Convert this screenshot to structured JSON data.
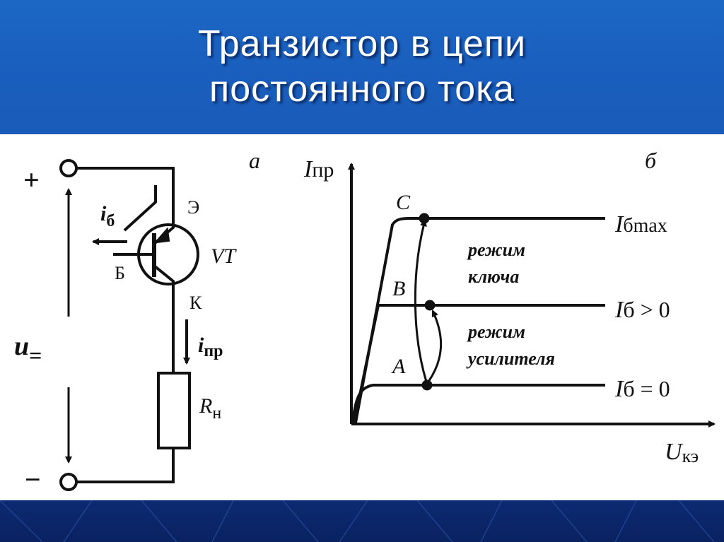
{
  "slide": {
    "title_line1": "Транзистор в цепи",
    "title_line2": "постоянного тока"
  },
  "circuit": {
    "panel_label": "а",
    "plus": "+",
    "minus": "−",
    "voltage_label": "u",
    "voltage_sub": "=",
    "base_current": "i",
    "base_current_sub": "б",
    "emitter": "Э",
    "base": "Б",
    "collector": "К",
    "transistor": "VT",
    "collector_current": "i",
    "collector_current_sub": "пр",
    "load": "R",
    "load_sub": "н"
  },
  "graph": {
    "panel_label": "б",
    "y_axis": "I",
    "y_axis_sub": "пр",
    "x_axis": "U",
    "x_axis_sub": "кэ",
    "point_c": "C",
    "point_b": "B",
    "point_a": "A",
    "curve_top": "I",
    "curve_top_sub": "бmax",
    "curve_mid": "I",
    "curve_mid_sub": "б > 0",
    "curve_low": "I",
    "curve_low_sub": "б = 0",
    "region_key_line1": "режим",
    "region_key_line2": "ключа",
    "region_amp_line1": "режим",
    "region_amp_line2": "усилителя"
  }
}
